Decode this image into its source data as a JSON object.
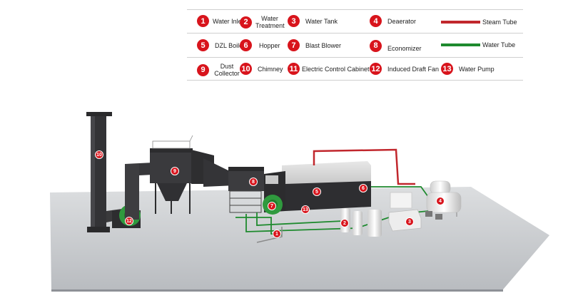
{
  "legend": {
    "items": [
      {
        "num": "1",
        "label": "Water Inlet"
      },
      {
        "num": "2",
        "label": "Water Treatment"
      },
      {
        "num": "3",
        "label": "Water Tank"
      },
      {
        "num": "4",
        "label": "Deaerator"
      },
      {
        "num": "5",
        "label": "DZL Boiler"
      },
      {
        "num": "6",
        "label": "Hopper"
      },
      {
        "num": "7",
        "label": "Blast Blower"
      },
      {
        "num": "8",
        "label": "Economizer"
      },
      {
        "num": "9",
        "label": "Dust Collector"
      },
      {
        "num": "10",
        "label": "Chimney"
      },
      {
        "num": "11",
        "label": "Electric Control Cabinet"
      },
      {
        "num": "12",
        "label": "Induced Draft Fan"
      },
      {
        "num": "13",
        "label": "Water Pump"
      }
    ],
    "steam_tube": {
      "label": "Steam Tube",
      "color": "#c1272d"
    },
    "water_tube": {
      "label": "Water Tube",
      "color": "#1e8a2e"
    }
  },
  "markers": [
    "10",
    "9",
    "8",
    "5",
    "6",
    "7",
    "13",
    "12",
    "1",
    "2",
    "3",
    "4"
  ]
}
